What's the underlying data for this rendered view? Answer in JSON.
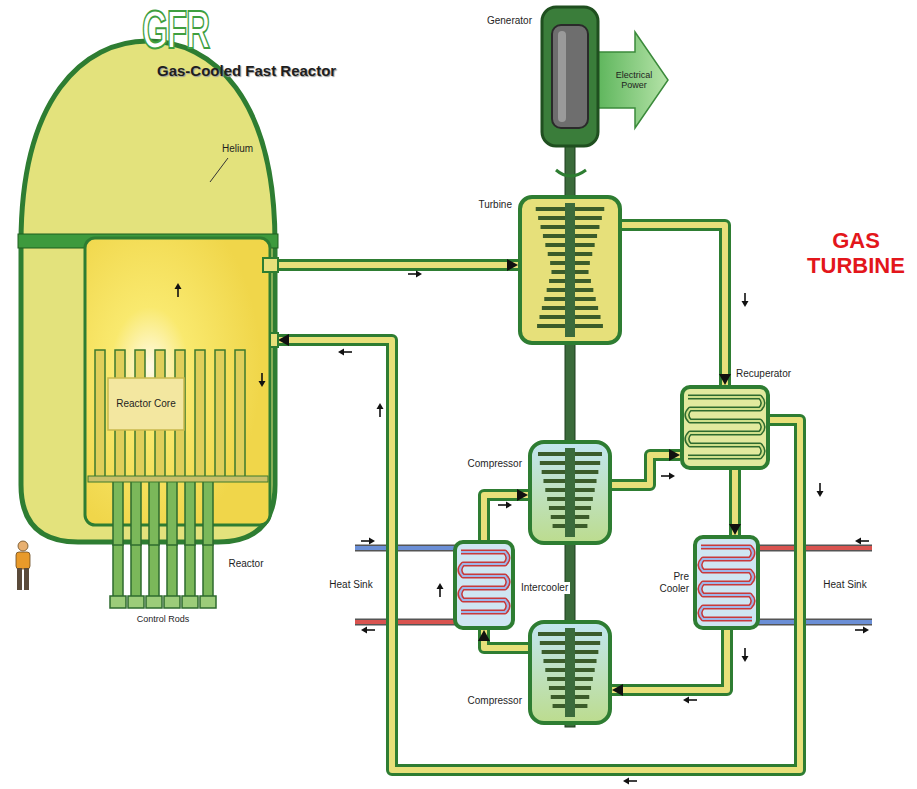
{
  "diagram": {
    "title": "GFR",
    "nodes": [
      {
        "text": [
          "Reactor"
        ]
      },
      {
        "text": [
          "Reactor Core"
        ],
        "in": 0
      },
      {
        "text": [
          "Generator"
        ]
      },
      {
        "text": [
          "Turbine"
        ]
      },
      {
        "text": [
          "Recuperator"
        ]
      },
      {
        "text": [
          "Compressor"
        ]
      },
      {
        "text": [
          "Intercooler"
        ]
      },
      {
        "text": [
          "Pre Cooler"
        ]
      },
      {
        "text": [
          "Compressor"
        ]
      }
    ],
    "edges": [
      {
        "from": 0,
        "to": 3,
        "arrow": "to"
      },
      {
        "from": 3,
        "to": 4,
        "arrow": "to"
      },
      {
        "from": 4,
        "to": 7,
        "arrow": "to"
      },
      {
        "from": 7,
        "to": 8,
        "arrow": "to"
      },
      {
        "from": 8,
        "to": 6,
        "arrow": "to"
      },
      {
        "from": 6,
        "to": 5,
        "arrow": "to"
      },
      {
        "from": 5,
        "to": 4,
        "arrow": "to"
      },
      {
        "from": 4,
        "to": 0,
        "arrow": "to"
      }
    ],
    "labels": [
      "Gas-Cooled Fast Reactor",
      "Helium",
      "Control Rods",
      "Electrical Power",
      "GAS TURBINE",
      "Heat Sink",
      "Heat Sink"
    ]
  }
}
